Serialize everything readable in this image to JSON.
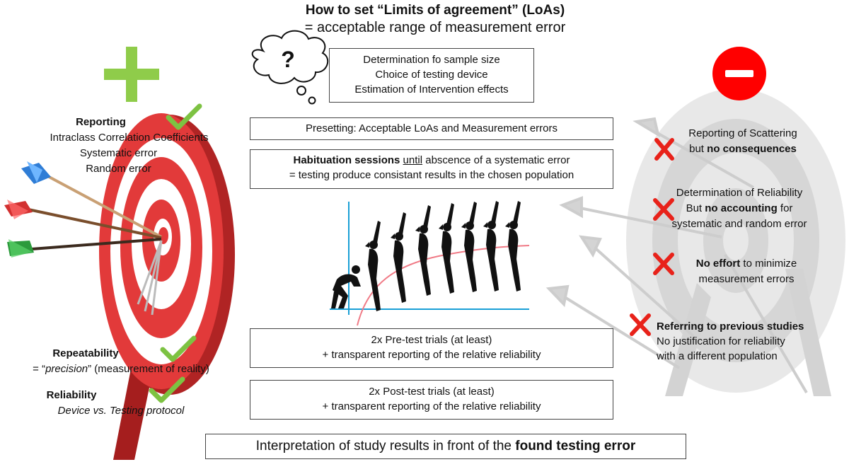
{
  "header": {
    "title": "How to set “Limits of agreement” (LoAs)",
    "subtitle": "= acceptable range of measurement error"
  },
  "thought": {
    "symbol": "?"
  },
  "center": {
    "questions": [
      "Determination fo sample size",
      "Choice of testing device",
      "Estimation of Intervention effects"
    ],
    "presetting": "Presetting: Acceptable LoAs and Measurement errors",
    "habituation": {
      "bold": "Habituation sessions",
      "underline": "until",
      "rest": " abscence of a systematic error",
      "line2": "= testing produce consistant results in the chosen population"
    },
    "pretest": {
      "line1": "2x Pre-test trials (at least)",
      "line2": "+ transparent reporting of the relative reliability"
    },
    "posttest": {
      "line1": "2x Post-test trials (at least)",
      "line2": "+ transparent reporting of the relative reliability"
    }
  },
  "left": {
    "reporting": {
      "heading": "Reporting",
      "items": [
        "Intraclass Correlation Coefficients",
        "Systematic error",
        "Random error"
      ]
    },
    "repeatability": {
      "heading": "Repeatability",
      "prefix": "= “",
      "italic": "precision",
      "suffix": "” (measurement of reality)"
    },
    "reliability": {
      "heading": "Reliability",
      "note": "Device vs. Testing protocol"
    }
  },
  "right": {
    "items": [
      {
        "line1": "Reporting of Scattering",
        "line2_plain": "but ",
        "line2_bold": "no consequences",
        "line3": ""
      },
      {
        "line1": "Determination of Reliability",
        "line2_plain": "But ",
        "line2_bold": "no accounting",
        "line2_tail": " for",
        "line3": "systematic and random error"
      },
      {
        "line1_bold": "No effort",
        "line1_plain": " to minimize",
        "line2": "measurement errors"
      },
      {
        "line1_bold": "Referring to previous studies",
        "line2": "No justification for reliability",
        "line3": "with a different population"
      }
    ]
  },
  "footer": {
    "plain": "Interpretation of study results in front of the ",
    "bold": "found testing error"
  },
  "colors": {
    "plus": "#8fcc4a",
    "check": "#7dc242",
    "minus": "#ff0000",
    "cross": "#e8221a",
    "target_red": "#e23a3a",
    "axis": "#1a9fd6",
    "curve": "#f07a86"
  },
  "icons": [
    "thought-cloud-icon",
    "plus-icon",
    "minus-icon",
    "check-icon",
    "cross-icon",
    "target-icon",
    "arrow-icon",
    "jumper-silhouette-icon"
  ]
}
